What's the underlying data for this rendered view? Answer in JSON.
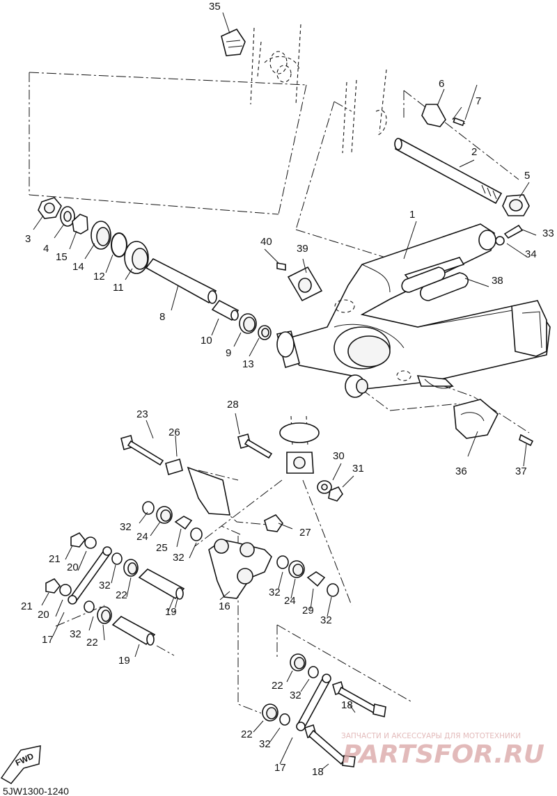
{
  "diagram_code": "5JW1300-1240",
  "fwd_badge": "FWD",
  "watermark": {
    "subtitle": "ЗАПЧАСТИ И АКСЕССУАРЫ ДЛЯ МОТОТЕХНИКИ",
    "logo": "PARTSFOR.RU",
    "color": "#d9a3a3"
  },
  "callouts": [
    "1",
    "2",
    "3",
    "4",
    "5",
    "6",
    "7",
    "8",
    "9",
    "10",
    "11",
    "12",
    "13",
    "14",
    "15",
    "16",
    "17",
    "17",
    "18",
    "18",
    "19",
    "19",
    "20",
    "20",
    "21",
    "21",
    "22",
    "22",
    "22",
    "22",
    "23",
    "24",
    "24",
    "25",
    "26",
    "27",
    "28",
    "29",
    "30",
    "31",
    "32",
    "32",
    "32",
    "32",
    "32",
    "32",
    "32",
    "32",
    "33",
    "34",
    "35",
    "36",
    "37",
    "38",
    "39",
    "40"
  ]
}
